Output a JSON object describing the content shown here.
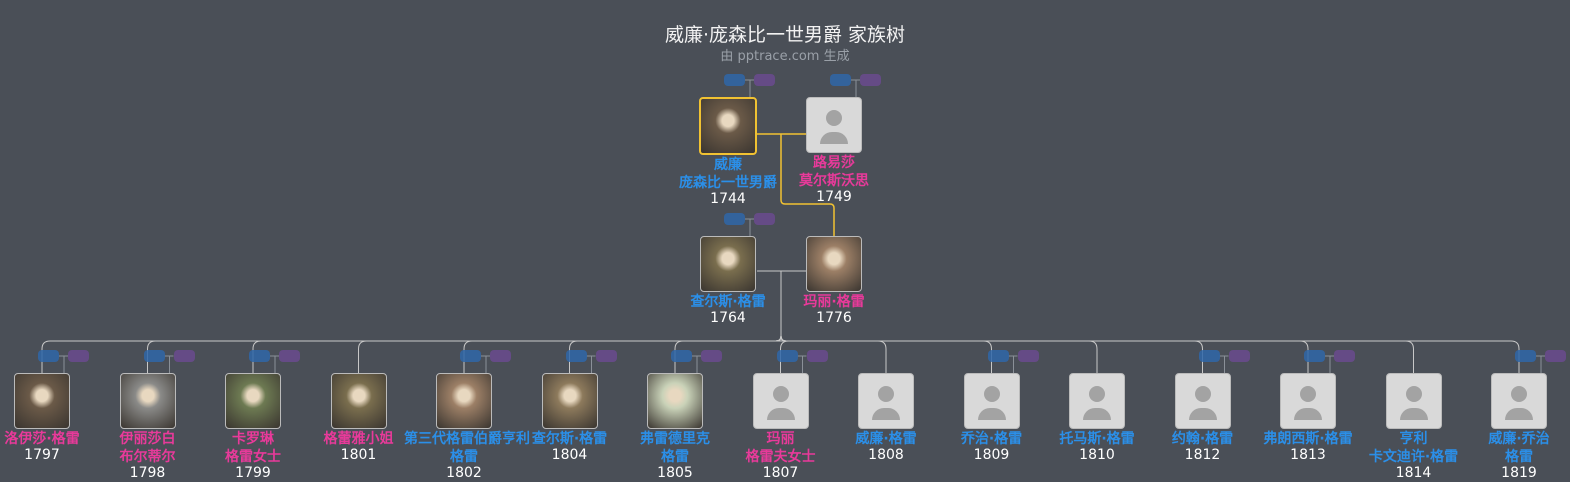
{
  "title": "威廉·庞森比一世男爵 家族树",
  "subtitle": "由 pptrace.com 生成",
  "colors": {
    "background": "#4a4f57",
    "male": "#2b8fe8",
    "female": "#e83a9a",
    "selected_border": "#f1c232",
    "descent_line": "#f1c232"
  },
  "generation1": [
    {
      "name": [
        "威廉",
        "庞森比一世男爵"
      ],
      "year": "1744",
      "gender": "male",
      "photo": "portrait",
      "selected": true,
      "buttons": true
    },
    {
      "name": [
        "路易莎",
        "莫尔斯沃思"
      ],
      "year": "1749",
      "gender": "female",
      "photo": "blank",
      "buttons": true
    }
  ],
  "generation2": [
    {
      "name": [
        "查尔斯·格雷"
      ],
      "year": "1764",
      "gender": "male",
      "photo": "portrait",
      "buttons": true
    },
    {
      "name": [
        "玛丽·格雷"
      ],
      "year": "1776",
      "gender": "female",
      "photo": "portrait"
    }
  ],
  "children": [
    {
      "name": [
        "洛伊莎·格雷"
      ],
      "year": "1797",
      "gender": "female",
      "photo": "portrait",
      "buttons": true
    },
    {
      "name": [
        "伊丽莎白",
        "布尔蒂尔"
      ],
      "year": "1798",
      "gender": "female",
      "photo": "portrait",
      "buttons": true
    },
    {
      "name": [
        "卡罗琳",
        "格雷女士"
      ],
      "year": "1799",
      "gender": "female",
      "photo": "portrait",
      "buttons": true
    },
    {
      "name": [
        "格蕾雅小姐"
      ],
      "year": "1801",
      "gender": "female",
      "photo": "portrait",
      "buttons": false
    },
    {
      "name": [
        "第三代格雷伯爵亨利",
        "格雷"
      ],
      "year": "1802",
      "gender": "male",
      "photo": "portrait",
      "buttons": true
    },
    {
      "name": [
        "查尔斯·格雷"
      ],
      "year": "1804",
      "gender": "male",
      "photo": "portrait",
      "buttons": true
    },
    {
      "name": [
        "弗雷德里克",
        "格雷"
      ],
      "year": "1805",
      "gender": "male",
      "photo": "portrait",
      "buttons": true
    },
    {
      "name": [
        "玛丽",
        "格雷夫女士"
      ],
      "year": "1807",
      "gender": "female",
      "photo": "blank",
      "buttons": true
    },
    {
      "name": [
        "威廉·格雷"
      ],
      "year": "1808",
      "gender": "male",
      "photo": "blank",
      "buttons": false
    },
    {
      "name": [
        "乔治·格雷"
      ],
      "year": "1809",
      "gender": "male",
      "photo": "blank",
      "buttons": true
    },
    {
      "name": [
        "托马斯·格雷"
      ],
      "year": "1810",
      "gender": "male",
      "photo": "blank",
      "buttons": false
    },
    {
      "name": [
        "约翰·格雷"
      ],
      "year": "1812",
      "gender": "male",
      "photo": "blank",
      "buttons": true
    },
    {
      "name": [
        "弗朗西斯·格雷"
      ],
      "year": "1813",
      "gender": "male",
      "photo": "blank",
      "buttons": true
    },
    {
      "name": [
        "亨利",
        "卡文迪许·格雷"
      ],
      "year": "1814",
      "gender": "male",
      "photo": "blank",
      "buttons": false
    },
    {
      "name": [
        "威廉·乔治",
        "格雷"
      ],
      "year": "1819",
      "gender": "male",
      "photo": "blank",
      "buttons": true
    }
  ]
}
